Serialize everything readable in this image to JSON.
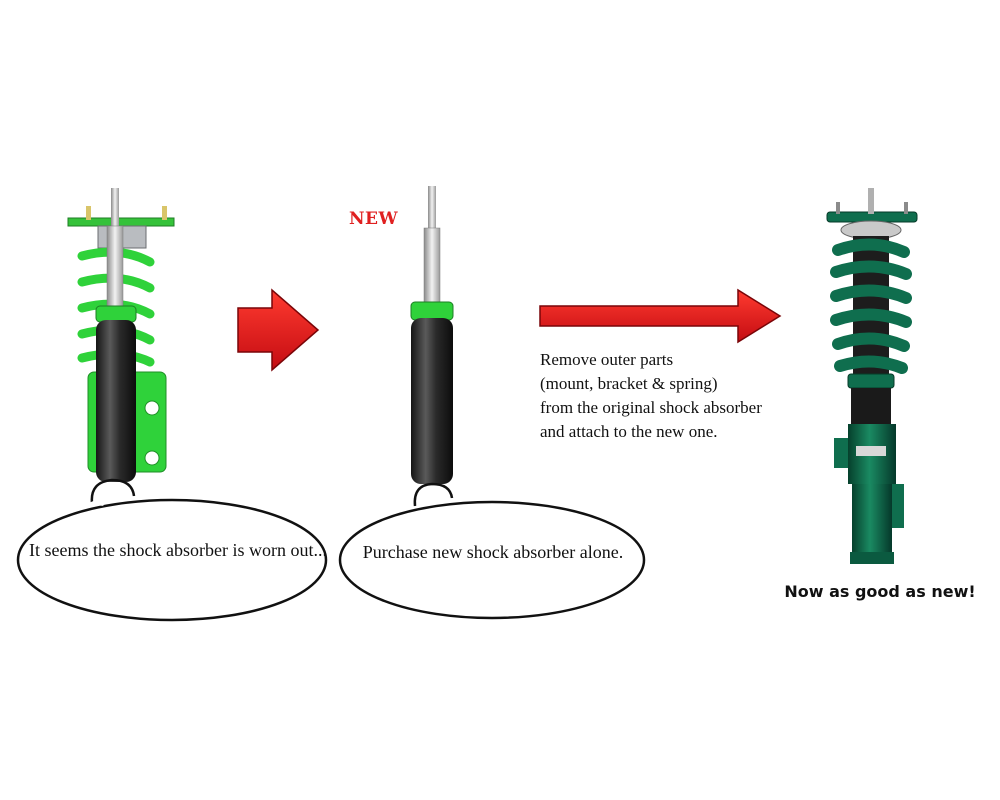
{
  "labels": {
    "new_tag": "NEW",
    "old_caption": "It seems the shock absorber is worn out...",
    "new_caption": "Purchase new shock absorber alone.",
    "instructions": [
      "Remove outer parts",
      "(mount, bracket & spring)",
      "from the original shock absorber",
      "and attach to the new one."
    ],
    "result_caption": "Now as good as new!"
  },
  "colors": {
    "arrow_red": "#e3161b",
    "spring_green": "#2fd23a",
    "coilover_teal": "#0f6e4e",
    "body_dark": "#2a2a2a"
  }
}
